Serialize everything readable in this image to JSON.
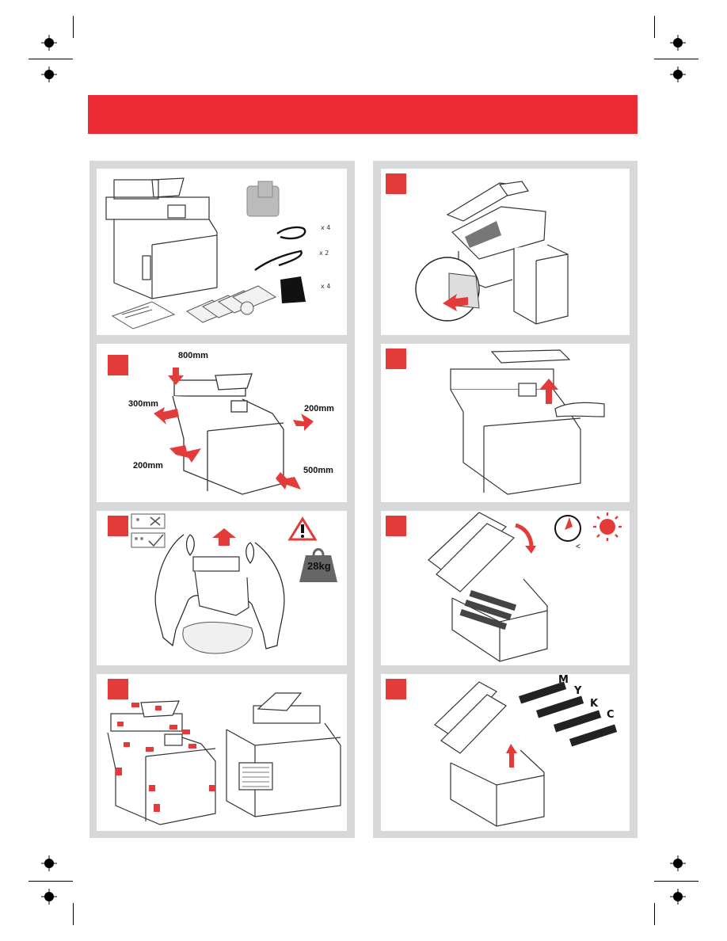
{
  "colors": {
    "brand_red": "#ec2a33",
    "badge_red": "#e33a3a",
    "panel_gray": "#d7d8da"
  },
  "contents": {
    "qty_clips": "x 4",
    "qty_cable": "x 2",
    "qty_bags": "x 4"
  },
  "clearance": {
    "top": "800mm",
    "left": "300mm",
    "right": "200mm",
    "front_left": "200mm",
    "front_right": "500mm"
  },
  "lifting": {
    "weight": "28kg"
  },
  "cartridges": {
    "magenta": "M",
    "yellow": "Y",
    "black": "K",
    "cyan": "C"
  },
  "panels": [
    {
      "name": "box-contents",
      "icon": "printer-contents-illustration"
    },
    {
      "name": "unlock-scanner",
      "icon": "scanner-lock-illustration"
    },
    {
      "name": "clearance",
      "icon": "clearance-illustration"
    },
    {
      "name": "raise-scanner",
      "icon": "raise-scanner-illustration"
    },
    {
      "name": "two-person-lift",
      "icon": "lift-illustration"
    },
    {
      "name": "open-top-cover",
      "icon": "open-cover-illustration"
    },
    {
      "name": "remove-tape",
      "icon": "tape-removal-illustration"
    },
    {
      "name": "install-toner",
      "icon": "toner-install-illustration"
    }
  ]
}
